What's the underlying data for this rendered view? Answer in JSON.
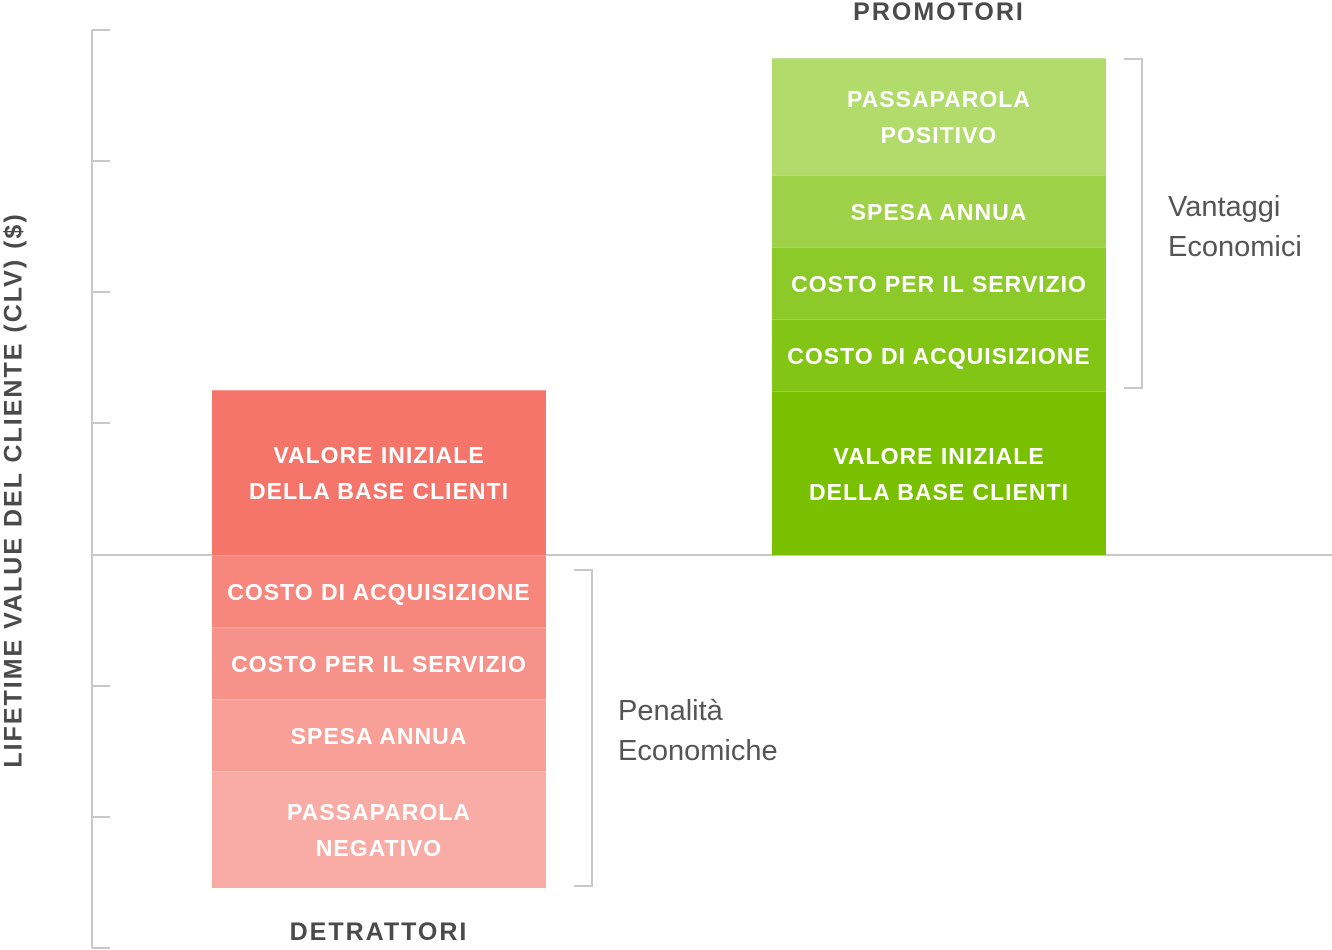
{
  "axis": {
    "ylabel": "LIFETIME VALUE DEL CLIENTE (CLV) ($)"
  },
  "colors": {
    "axis": "#c8c8c8",
    "divider": "#ffffff",
    "bracket": "#c8c8c8"
  },
  "columns": {
    "detractors": {
      "title": "DETRATTORI",
      "bracket_label": "Penalità\nEconomiche",
      "blocks": [
        {
          "label": "VALORE INIZIALE\nDELLA BASE CLIENTI",
          "color": "#f6756a"
        },
        {
          "label": "COSTO DI ACQUISIZIONE",
          "color": "#f7867c"
        },
        {
          "label": "COSTO PER IL SERVIZIO",
          "color": "#f7928a"
        },
        {
          "label": "SPESA ANNUA",
          "color": "#f89f97"
        },
        {
          "label": "PASSAPAROLA\nNEGATIVO",
          "color": "#f9aba5"
        }
      ]
    },
    "promoters": {
      "title": "PROMOTORI",
      "bracket_label": "Vantaggi\nEconomici",
      "blocks": [
        {
          "label": "PASSAPAROLA\nPOSITIVO",
          "color": "#b1db6a"
        },
        {
          "label": "SPESA ANNUA",
          "color": "#9fd248"
        },
        {
          "label": "COSTO PER IL SERVIZIO",
          "color": "#8cca2a"
        },
        {
          "label": "COSTO DI ACQUISIZIONE",
          "color": "#82c515"
        },
        {
          "label": "VALORE INIZIALE\nDELLA BASE CLIENTI",
          "color": "#78c000"
        }
      ]
    }
  }
}
